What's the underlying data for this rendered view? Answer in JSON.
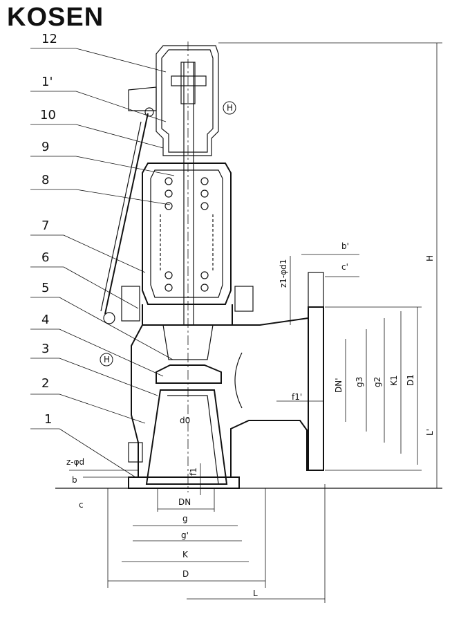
{
  "brand": "KOSEN",
  "part_labels": [
    "12",
    "1'",
    "10",
    "9",
    "8",
    "7",
    "6",
    "5",
    "4",
    "3",
    "2",
    "1"
  ],
  "circle_marks": [
    "H",
    "H"
  ],
  "dims_bottom": {
    "z_phi_d": "z-φd",
    "b": "b",
    "c": "c",
    "f1": "f1",
    "DN": "DN",
    "d0": "d0",
    "g": "g",
    "g1": "g'",
    "K": "K",
    "D": "D",
    "L": "L"
  },
  "dims_right": {
    "z1_phi_d1": "z1-φd1",
    "b1": "b'",
    "c1": "c'",
    "f1p": "f1'",
    "DN1": "DN'",
    "g3": "g3",
    "g2": "g2",
    "K1": "K1",
    "D1": "D1",
    "L1": "L'",
    "H": "H"
  }
}
